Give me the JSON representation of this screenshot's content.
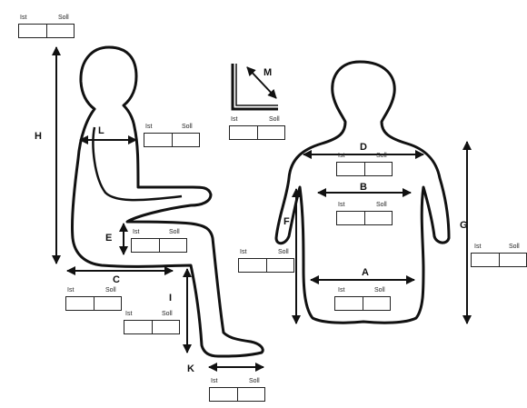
{
  "column_labels": {
    "left": "Ist",
    "right": "Soll"
  },
  "measure_letters": [
    "A",
    "B",
    "C",
    "D",
    "E",
    "F",
    "G",
    "H",
    "I",
    "K",
    "L",
    "M"
  ],
  "fields": [
    {
      "id": "H",
      "label_left": "Ist",
      "label_right": "Soll"
    },
    {
      "id": "L",
      "label_left": "Ist",
      "label_right": "Soll"
    },
    {
      "id": "M",
      "label_left": "Ist",
      "label_right": "Soll"
    },
    {
      "id": "D",
      "label_left": "Ist",
      "label_right": "Soll"
    },
    {
      "id": "B",
      "label_left": "Ist",
      "label_right": "Soll"
    },
    {
      "id": "E",
      "label_left": "Ist",
      "label_right": "Soll"
    },
    {
      "id": "F",
      "label_left": "Ist",
      "label_right": "Soll"
    },
    {
      "id": "G",
      "label_left": "Ist",
      "label_right": "Soll"
    },
    {
      "id": "C",
      "label_left": "Ist",
      "label_right": "Soll"
    },
    {
      "id": "A",
      "label_left": "Ist",
      "label_right": "Soll"
    },
    {
      "id": "I",
      "label_left": "Ist",
      "label_right": "Soll"
    },
    {
      "id": "K",
      "label_left": "Ist",
      "label_right": "Soll"
    }
  ]
}
